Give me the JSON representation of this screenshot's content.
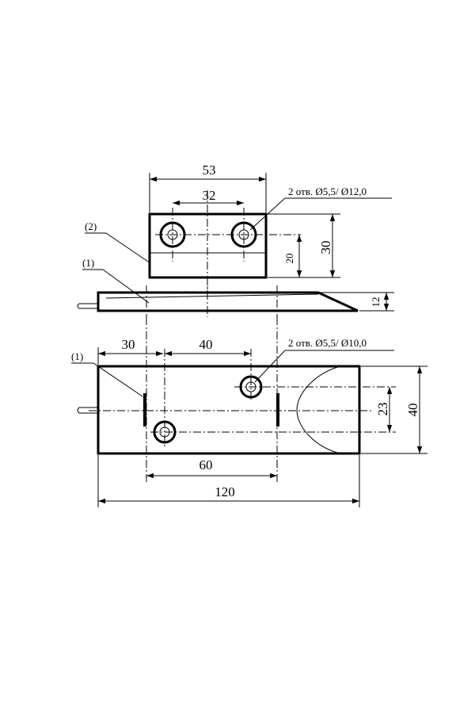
{
  "top_view": {
    "dim_width_outer": "53",
    "dim_holes_spacing": "32",
    "dim_height_full": "30",
    "dim_height_step": "20",
    "hole_note": "2 отв. Ø5,5/ Ø12,0",
    "part_label": "(2)"
  },
  "side_view": {
    "part_label": "(1)",
    "dim_thickness": "12"
  },
  "bottom_view": {
    "part_label": "(1)",
    "dim_left_offset": "30",
    "dim_hole_offset": "40",
    "dim_holes_x": "60",
    "dim_total_length": "120",
    "dim_holes_y": "23",
    "dim_total_width": "40",
    "hole_note": "2 отв. Ø5,5/ Ø10,0"
  }
}
